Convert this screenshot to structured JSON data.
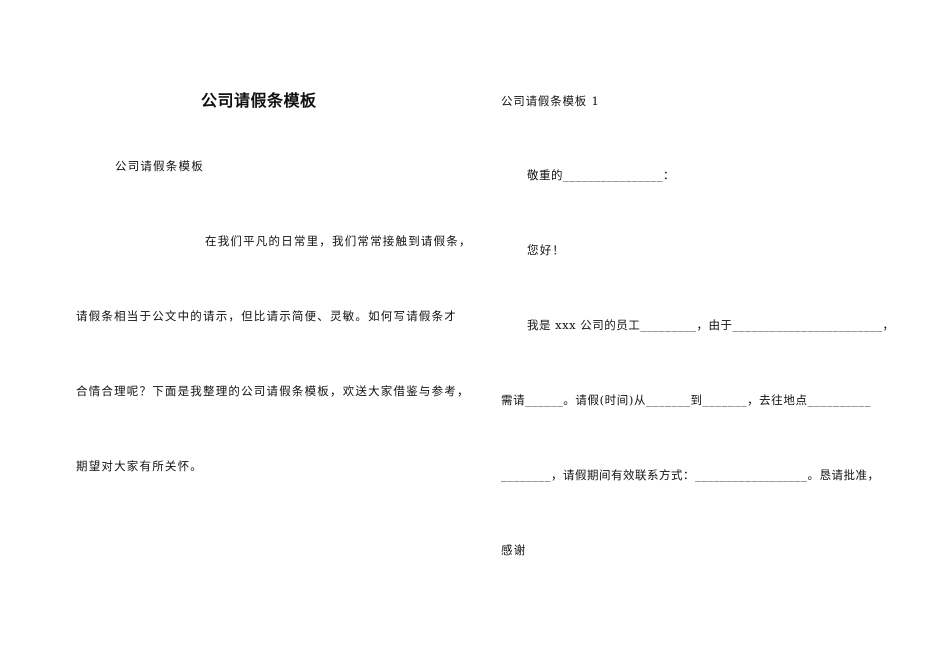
{
  "left_page": {
    "title": "公司请假条模板",
    "subtitle": "公司请假条模板",
    "paragraph_lines": [
      "在我们平凡的日常里，我们常常接触到请假条，",
      "请假条相当于公文中的请示，但比请示简便、灵敏。如何写请假条才",
      "合情合理呢？下面是我整理的公司请假条模板，欢送大家借鉴与参考，",
      "期望对大家有所关怀。"
    ]
  },
  "right_page": {
    "heading": "公司请假条模板 1",
    "salutation": "敬重的________________：",
    "greeting": "您好！",
    "body_lines": [
      "我是 xxx 公司的员工_________，由于________________________，",
      "需请______。请假(时间)从_______到_______，去往地点__________",
      "________，请假期间有效联系方式：__________________。恳请批准，",
      "感谢"
    ]
  }
}
